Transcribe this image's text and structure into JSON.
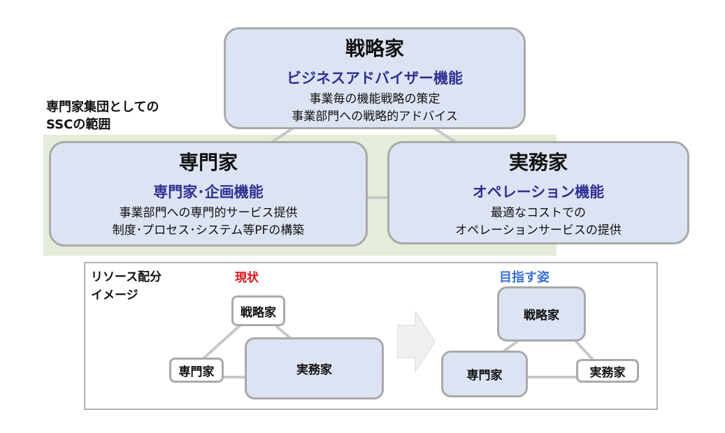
{
  "strategist": {
    "title": "戦略家",
    "function": "ビジネスアドバイザー機能",
    "desc1": "事業毎の機能戦略の策定",
    "desc2": "事業部門への戦略的アドバイス"
  },
  "specialist": {
    "title": "専門家",
    "function": "専門家･企画機能",
    "desc1": "事業部門への専門的サービス提供",
    "desc2": "制度･プロセス･システム等PFの構築"
  },
  "practitioner": {
    "title": "実務家",
    "function": "オペレーション機能",
    "desc1": "最適なコストでの",
    "desc2": "オペレーションサービスの提供"
  },
  "scope_label": {
    "line1": "専門家集団としての",
    "line2": "SSCの範囲"
  },
  "resource": {
    "label_line1": "リソース配分",
    "label_line2": "イメージ",
    "current": {
      "heading": "現状",
      "strategist": "戦略家",
      "specialist": "専門家",
      "practitioner": "実務家"
    },
    "target": {
      "heading": "目指す姿",
      "strategist": "戦略家",
      "specialist": "専門家",
      "practitioner": "実務家"
    }
  },
  "colors": {
    "box_fill": "#dce4f3",
    "box_border": "#a9a9a9",
    "function_text": "#2e3192",
    "scope_fill": "#e3edd9",
    "current_heading": "#e0141e",
    "target_heading": "#3a6fd8"
  }
}
